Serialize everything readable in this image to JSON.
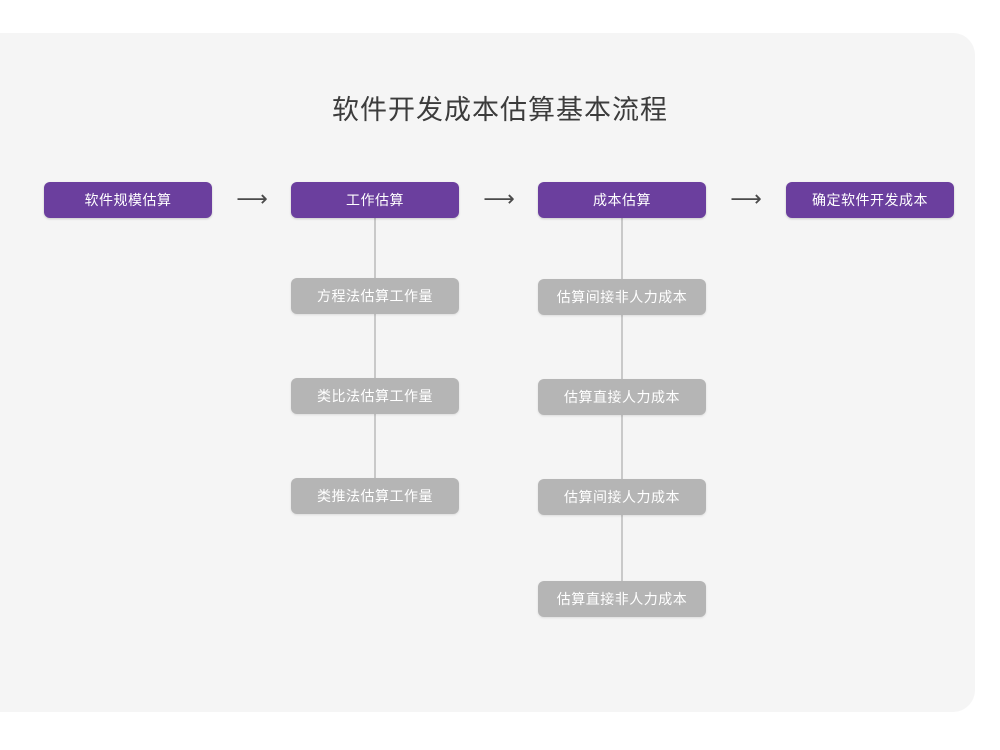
{
  "card": {
    "background": "#f5f5f5",
    "page_background": "#ffffff"
  },
  "diagram": {
    "title": "软件开发成本估算基本流程",
    "colors": {
      "primary": "#6b3f9e",
      "secondary": "#b5b5b5",
      "connector": "#c9c9c9",
      "arrow": "#4a4a4a",
      "title_text": "#3c3c3c",
      "node_text": "#ffffff"
    },
    "arrows": [
      {
        "glyph": "⟶",
        "name": "arrow-step-1-to-2"
      },
      {
        "glyph": "⟶",
        "name": "arrow-step-2-to-3"
      },
      {
        "glyph": "⟶",
        "name": "arrow-step-3-to-4"
      }
    ],
    "steps": [
      {
        "id": "step-1",
        "label": "软件规模估算",
        "children": []
      },
      {
        "id": "step-2",
        "label": "工作估算",
        "children": [
          {
            "label": "方程法估算工作量"
          },
          {
            "label": "类比法估算工作量"
          },
          {
            "label": "类推法估算工作量"
          }
        ]
      },
      {
        "id": "step-3",
        "label": "成本估算",
        "children": [
          {
            "label": "估算间接非人力成本"
          },
          {
            "label": "估算直接人力成本"
          },
          {
            "label": "估算间接人力成本"
          },
          {
            "label": "估算直接非人力成本"
          }
        ]
      },
      {
        "id": "step-4",
        "label": "确定软件开发成本",
        "children": []
      }
    ]
  }
}
